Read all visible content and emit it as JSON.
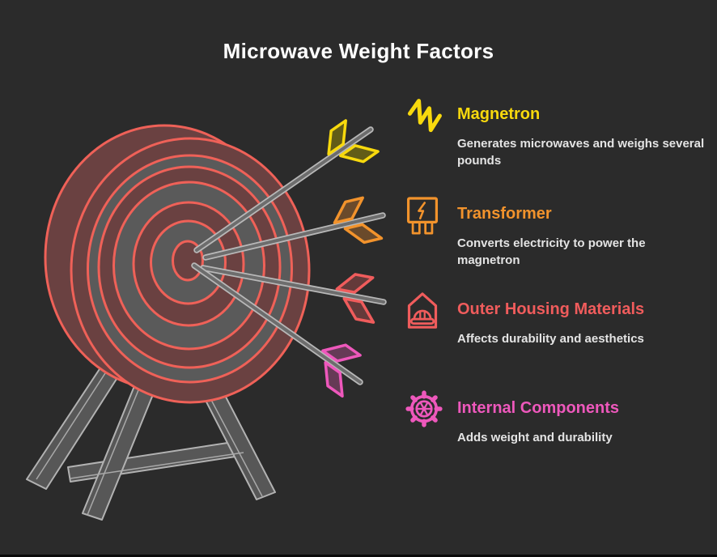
{
  "title": "Microwave Weight Factors",
  "items": [
    {
      "title": "Magnetron",
      "description": "Generates microwaves and weighs several\npounds",
      "color": "#f8d90d",
      "icon": "magnetron-coil-icon"
    },
    {
      "title": "Transformer",
      "description": "Converts electricity to power the\nmagnetron",
      "color": "#f2932c",
      "icon": "transformer-icon"
    },
    {
      "title": "Outer Housing Materials",
      "description": "Affects durability and aesthetics",
      "color": "#f05c5c",
      "icon": "house-hardhat-icon"
    },
    {
      "title": "Internal Components",
      "description": "Adds weight and durability",
      "color": "#ee58bc",
      "icon": "gear-icon"
    }
  ],
  "illustration": {
    "description": "Archery target board on a wooden tripod easel with four arrows stuck in the bullseye, each arrow fletching color matching one factor",
    "board": {
      "ring_fill_dark_red": "#6a4141",
      "ring_fill_gray": "#5a5a5a",
      "ring_outline": "#ef6158"
    },
    "stand": {
      "fill": "#575757",
      "outline": "#b2b2b2"
    },
    "arrow_shaft": {
      "fill": "#6d6d6d",
      "outline": "#b8b8b8"
    },
    "arrows": [
      {
        "fletching_color": "#f8d90d",
        "points_to": "Magnetron"
      },
      {
        "fletching_color": "#f2932c",
        "points_to": "Transformer"
      },
      {
        "fletching_color": "#f05c5c",
        "points_to": "Outer Housing Materials"
      },
      {
        "fletching_color": "#ee58bc",
        "points_to": "Internal Components"
      }
    ]
  },
  "colors": {
    "background": "#2b2b2b",
    "title_text": "#ffffff",
    "description_text": "#e4e4e4",
    "bottom_edge": "#0a0a0a"
  }
}
